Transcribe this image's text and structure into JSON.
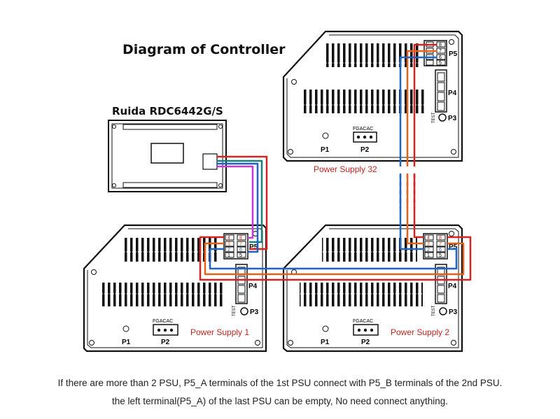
{
  "title": "Diagram of Controller",
  "controller": {
    "model": "Ruida RDC6442G/S"
  },
  "power_supplies": [
    {
      "id": "psu32",
      "label": "Power Supply 32"
    },
    {
      "id": "psu1",
      "label": "Power Supply 1"
    },
    {
      "id": "psu2",
      "label": "Power Supply 2"
    }
  ],
  "port_labels": {
    "p1": "P1",
    "p2": "P2",
    "p3": "P3",
    "p4": "P4",
    "p5": "P5",
    "ac": "FGACAC",
    "test": "TEST"
  },
  "terminal_numbers": [
    "8",
    "7",
    "6",
    "5"
  ],
  "terminal_numbers_left": [
    "4",
    "3",
    "2",
    "1"
  ],
  "notes": [
    "If there are more than 2 PSU,  P5_A terminals of the 1st PSU connect with P5_B terminals of the 2nd PSU.",
    "the left terminal(P5_A) of the last PSU can be empty, No need connect anything."
  ],
  "colors": {
    "red": "#d6231f",
    "orange": "#e8611a",
    "blue": "#1f63c6",
    "teal": "#1a7f7a",
    "magenta": "#c43bd1",
    "label_red": "#c0241f"
  }
}
